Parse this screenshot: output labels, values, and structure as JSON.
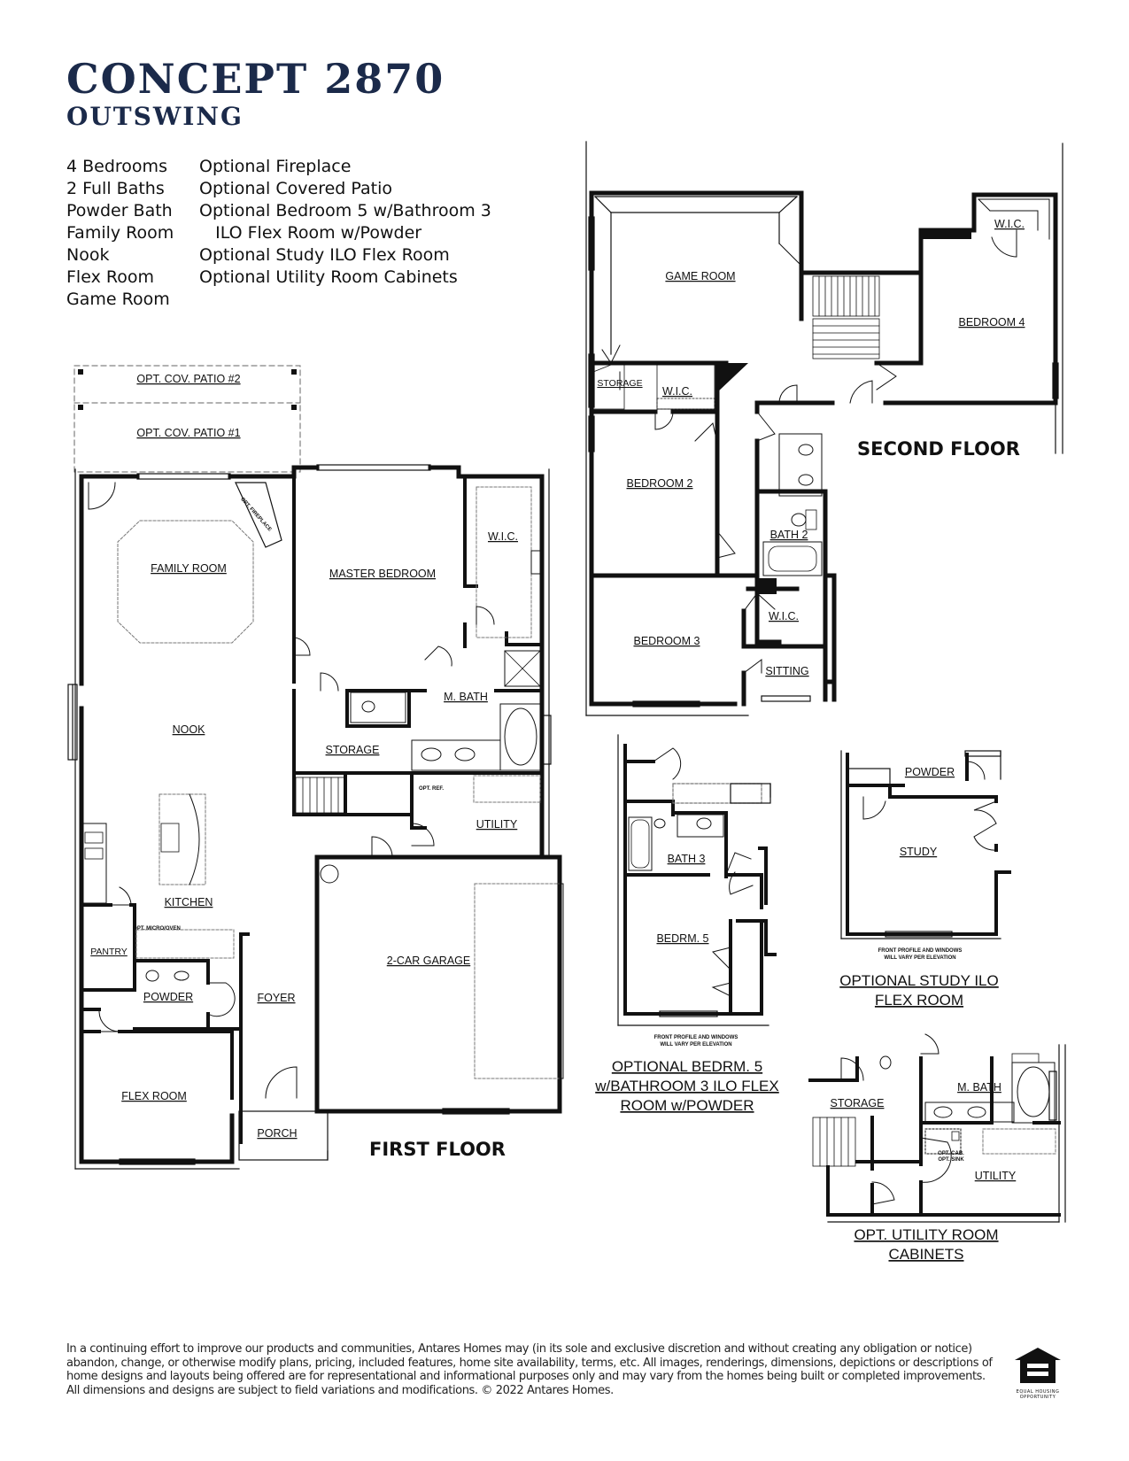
{
  "header": {
    "title": "CONCEPT 2870",
    "subtitle": "OUTSWING"
  },
  "features": {
    "left": [
      "4 Bedrooms",
      "2 Full Baths",
      "Powder Bath",
      "Family Room",
      "Nook",
      "Flex Room",
      "Game Room"
    ],
    "right": [
      "Optional Fireplace",
      "Optional Covered Patio",
      "Optional Bedroom 5 w/Bathroom 3",
      "   ILO Flex Room w/Powder",
      "Optional Study ILO Flex Room",
      "Optional Utility Room Cabinets"
    ]
  },
  "first_floor": {
    "label": "FIRST FLOOR",
    "rooms": {
      "patio2": "OPT. COV. PATIO #2",
      "patio1": "OPT. COV. PATIO #1",
      "fireplace": "OPT. FIREPLACE",
      "family": "FAMILY ROOM",
      "master": "MASTER BEDROOM",
      "wic": "W.I.C.",
      "mbath": "M. BATH",
      "storage": "STORAGE",
      "nook": "NOOK",
      "optref": "OPT. REF.",
      "utility": "UTILITY",
      "kitchen": "KITCHEN",
      "micro": "OPT. MICRO/OVEN",
      "pantry": "PANTRY",
      "powder": "POWDER",
      "foyer": "FOYER",
      "garage": "2-CAR GARAGE",
      "flex": "FLEX ROOM",
      "porch": "PORCH"
    }
  },
  "second_floor": {
    "label": "SECOND FLOOR",
    "rooms": {
      "game": "GAME ROOM",
      "storage": "STORAGE",
      "wic1": "W.I.C.",
      "wic4": "W.I.C.",
      "bed4": "BEDROOM 4",
      "bed2": "BEDROOM 2",
      "bath2": "BATH 2",
      "wic3": "W.I.C.",
      "bed3": "BEDROOM 3",
      "sitting": "SITTING"
    }
  },
  "option_bedroom5": {
    "bath3": "BATH 3",
    "bedr5": "BEDRM. 5",
    "note1": "FRONT PROFILE AND WINDOWS",
    "note2": "WILL VARY PER ELEVATION",
    "cap1": "OPTIONAL BEDRM. 5",
    "cap2": "w/BATHROOM 3 ILO FLEX",
    "cap3": "ROOM w/POWDER"
  },
  "option_study": {
    "powder": "POWDER",
    "study": "STUDY",
    "note1": "FRONT PROFILE AND WINDOWS",
    "note2": "WILL VARY PER ELEVATION",
    "cap1": "OPTIONAL STUDY ILO",
    "cap2": "FLEX ROOM"
  },
  "option_utility": {
    "storage": "STORAGE",
    "mbath": "M. BATH",
    "utility": "UTILITY",
    "cab": "OPT. CAB.",
    "sink": "OPT. SINK",
    "cap1": "OPT. UTILITY ROOM",
    "cap2": "CABINETS"
  },
  "footer": {
    "disclaimer": "In a continuing effort to improve our products and communities, Antares Homes may (in its sole and exclusive discretion and without creating any obligation or notice) abandon, change, or otherwise modify plans, pricing, included features, home site availability, terms, etc. All images, renderings, dimensions, depictions or descriptions of home designs and layouts being offered are for representational and informational purposes only and may vary from the homes being built or completed improvements. All dimensions and designs are subject to field variations and modifications. © 2022 Antares Homes.",
    "eho_line1": "EQUAL HOUSING",
    "eho_line2": "OPPORTUNITY"
  },
  "colors": {
    "title": "#1b2a4a",
    "walls": "#111111"
  },
  "icons": [
    "equal-housing-icon"
  ]
}
